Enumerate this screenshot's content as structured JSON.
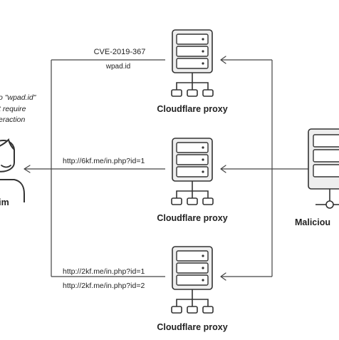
{
  "diagram": {
    "top_proxy": {
      "label": "Cloudflare proxy",
      "annotation_1": "CVE-2019-367",
      "annotation_2": "wpad.id"
    },
    "middle_proxy": {
      "label": "Cloudflare proxy",
      "annotation_1": "http://6kf.me/in.php?id=1"
    },
    "bottom_proxy": {
      "label": "Cloudflare proxy",
      "annotation_1": "http://2kf.me/in.php?id=1",
      "annotation_2": "http://2kf.me/in.php?id=2"
    },
    "victim": {
      "label": "tim",
      "note_line_1": "o \"wpad.id\"",
      "note_line_2": "t require",
      "note_line_3": "eraction"
    },
    "malicious": {
      "label": "Maliciou"
    }
  }
}
